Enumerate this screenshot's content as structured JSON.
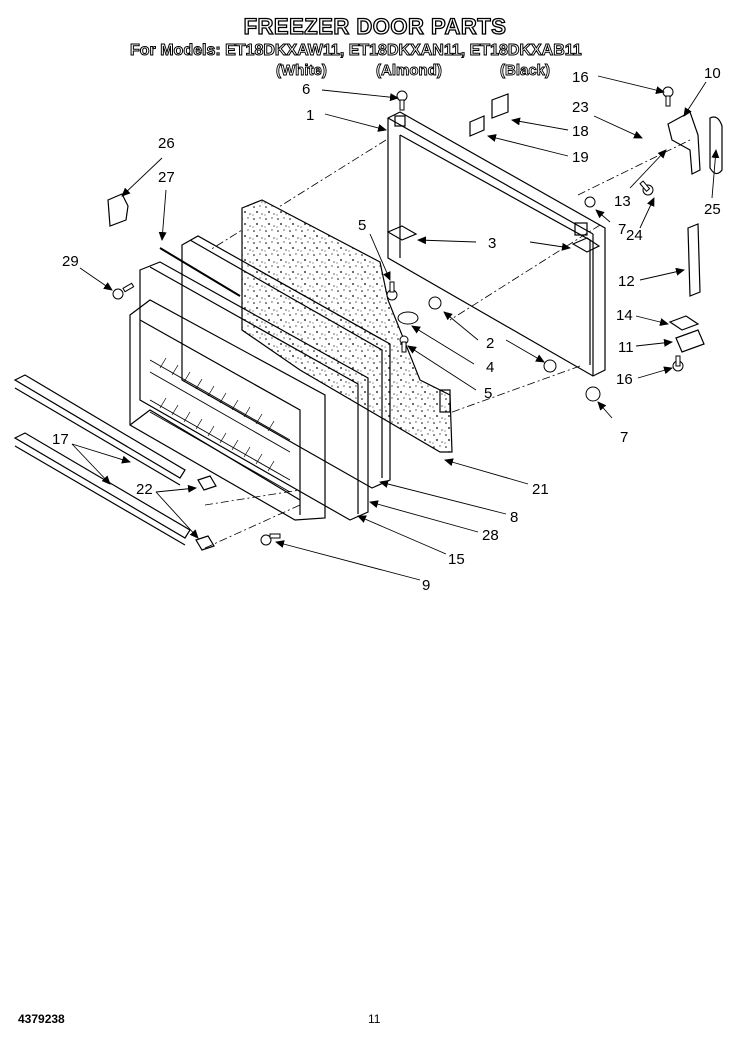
{
  "header": {
    "title": "FREEZER DOOR PARTS",
    "models": "For Models: ET18DKXAW11, ET18DKXAN11, ET18DKXAB11",
    "variants": [
      "(White)",
      "(Almond)",
      "(Black)"
    ]
  },
  "callouts": [
    {
      "id": "c6",
      "label": "6"
    },
    {
      "id": "c1",
      "label": "1"
    },
    {
      "id": "c18",
      "label": "18"
    },
    {
      "id": "c19",
      "label": "19"
    },
    {
      "id": "c16a",
      "label": "16"
    },
    {
      "id": "c10",
      "label": "10"
    },
    {
      "id": "c23",
      "label": "23"
    },
    {
      "id": "c13",
      "label": "13"
    },
    {
      "id": "c26",
      "label": "26"
    },
    {
      "id": "c27",
      "label": "27"
    },
    {
      "id": "c5a",
      "label": "5"
    },
    {
      "id": "c3",
      "label": "3"
    },
    {
      "id": "c7a",
      "label": "7"
    },
    {
      "id": "c24",
      "label": "24"
    },
    {
      "id": "c25",
      "label": "25"
    },
    {
      "id": "c12",
      "label": "12"
    },
    {
      "id": "c29",
      "label": "29"
    },
    {
      "id": "c2",
      "label": "2"
    },
    {
      "id": "c4",
      "label": "4"
    },
    {
      "id": "c5b",
      "label": "5"
    },
    {
      "id": "c14",
      "label": "14"
    },
    {
      "id": "c11",
      "label": "11"
    },
    {
      "id": "c16b",
      "label": "16"
    },
    {
      "id": "c7b",
      "label": "7"
    },
    {
      "id": "c17",
      "label": "17"
    },
    {
      "id": "c22",
      "label": "22"
    },
    {
      "id": "c21",
      "label": "21"
    },
    {
      "id": "c8",
      "label": "8"
    },
    {
      "id": "c28",
      "label": "28"
    },
    {
      "id": "c15",
      "label": "15"
    },
    {
      "id": "c9",
      "label": "9"
    }
  ],
  "footer": {
    "doc_number": "4379238",
    "page_number": "11"
  }
}
